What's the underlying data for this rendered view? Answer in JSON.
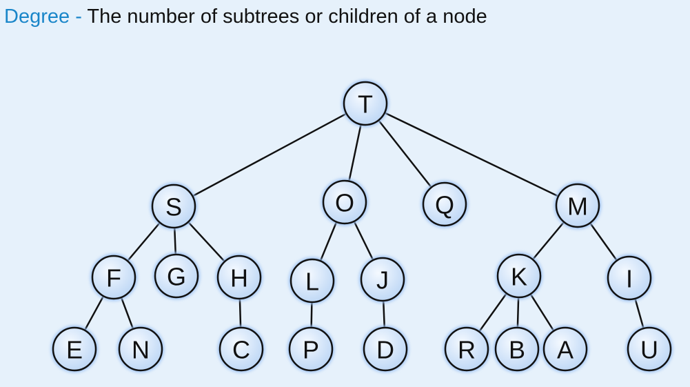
{
  "header": {
    "term": "Degree",
    "separator": "-",
    "description": "The number of subtrees or children of a node"
  },
  "tree": {
    "colors": {
      "node_fill_center": "#f4f9ff",
      "node_fill_edge": "#bcd6f5",
      "node_glow": "#9fc3f3",
      "node_stroke": "#111111",
      "edge": "#111111"
    },
    "nodes": [
      {
        "id": "T",
        "label": "T"
      },
      {
        "id": "S",
        "label": "S"
      },
      {
        "id": "O",
        "label": "O"
      },
      {
        "id": "Q",
        "label": "Q"
      },
      {
        "id": "M",
        "label": "M"
      },
      {
        "id": "F",
        "label": "F"
      },
      {
        "id": "G",
        "label": "G"
      },
      {
        "id": "H",
        "label": "H"
      },
      {
        "id": "L",
        "label": "L"
      },
      {
        "id": "J",
        "label": "J"
      },
      {
        "id": "K",
        "label": "K"
      },
      {
        "id": "I",
        "label": "I"
      },
      {
        "id": "E",
        "label": "E"
      },
      {
        "id": "N",
        "label": "N"
      },
      {
        "id": "C",
        "label": "C"
      },
      {
        "id": "P",
        "label": "P"
      },
      {
        "id": "D",
        "label": "D"
      },
      {
        "id": "R",
        "label": "R"
      },
      {
        "id": "B",
        "label": "B"
      },
      {
        "id": "A",
        "label": "A"
      },
      {
        "id": "U",
        "label": "U"
      }
    ],
    "edges": [
      [
        "T",
        "S"
      ],
      [
        "T",
        "O"
      ],
      [
        "T",
        "Q"
      ],
      [
        "T",
        "M"
      ],
      [
        "S",
        "F"
      ],
      [
        "S",
        "G"
      ],
      [
        "S",
        "H"
      ],
      [
        "O",
        "L"
      ],
      [
        "O",
        "J"
      ],
      [
        "M",
        "K"
      ],
      [
        "M",
        "I"
      ],
      [
        "F",
        "E"
      ],
      [
        "F",
        "N"
      ],
      [
        "H",
        "C"
      ],
      [
        "L",
        "P"
      ],
      [
        "J",
        "D"
      ],
      [
        "K",
        "R"
      ],
      [
        "K",
        "B"
      ],
      [
        "K",
        "A"
      ],
      [
        "I",
        "U"
      ]
    ]
  }
}
